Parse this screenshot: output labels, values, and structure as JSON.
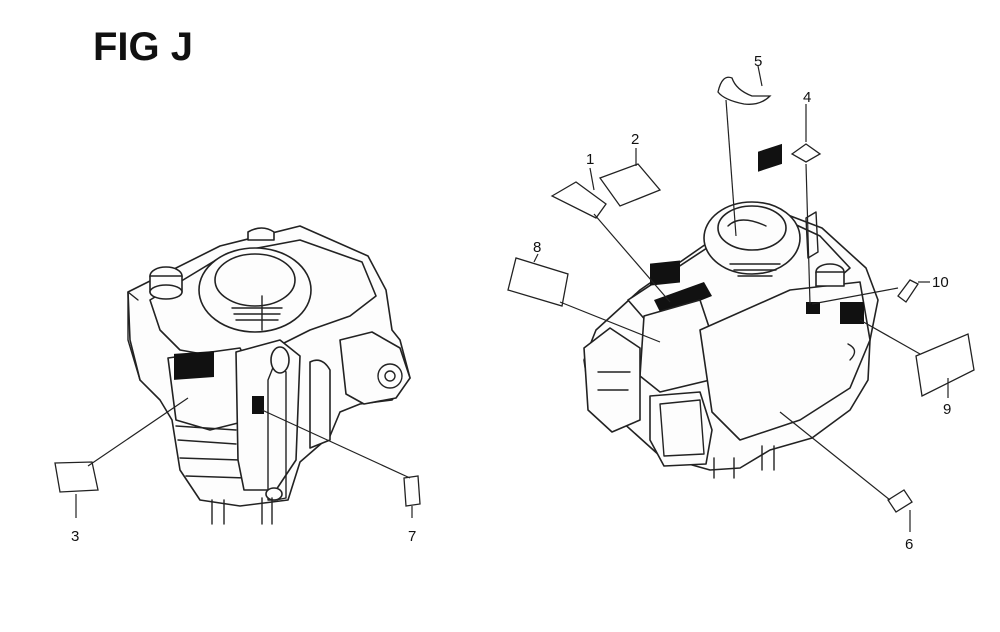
{
  "figure": {
    "title": "FIG J"
  },
  "callouts": [
    {
      "id": "c1",
      "text": "1"
    },
    {
      "id": "c2",
      "text": "2"
    },
    {
      "id": "c3",
      "text": "3"
    },
    {
      "id": "c4",
      "text": "4"
    },
    {
      "id": "c5",
      "text": "5"
    },
    {
      "id": "c6",
      "text": "6"
    },
    {
      "id": "c7",
      "text": "7"
    },
    {
      "id": "c8",
      "text": "8"
    },
    {
      "id": "c9",
      "text": "9"
    },
    {
      "id": "c10",
      "text": "10"
    }
  ],
  "colors": {
    "line": "#222222",
    "background": "#ffffff"
  }
}
